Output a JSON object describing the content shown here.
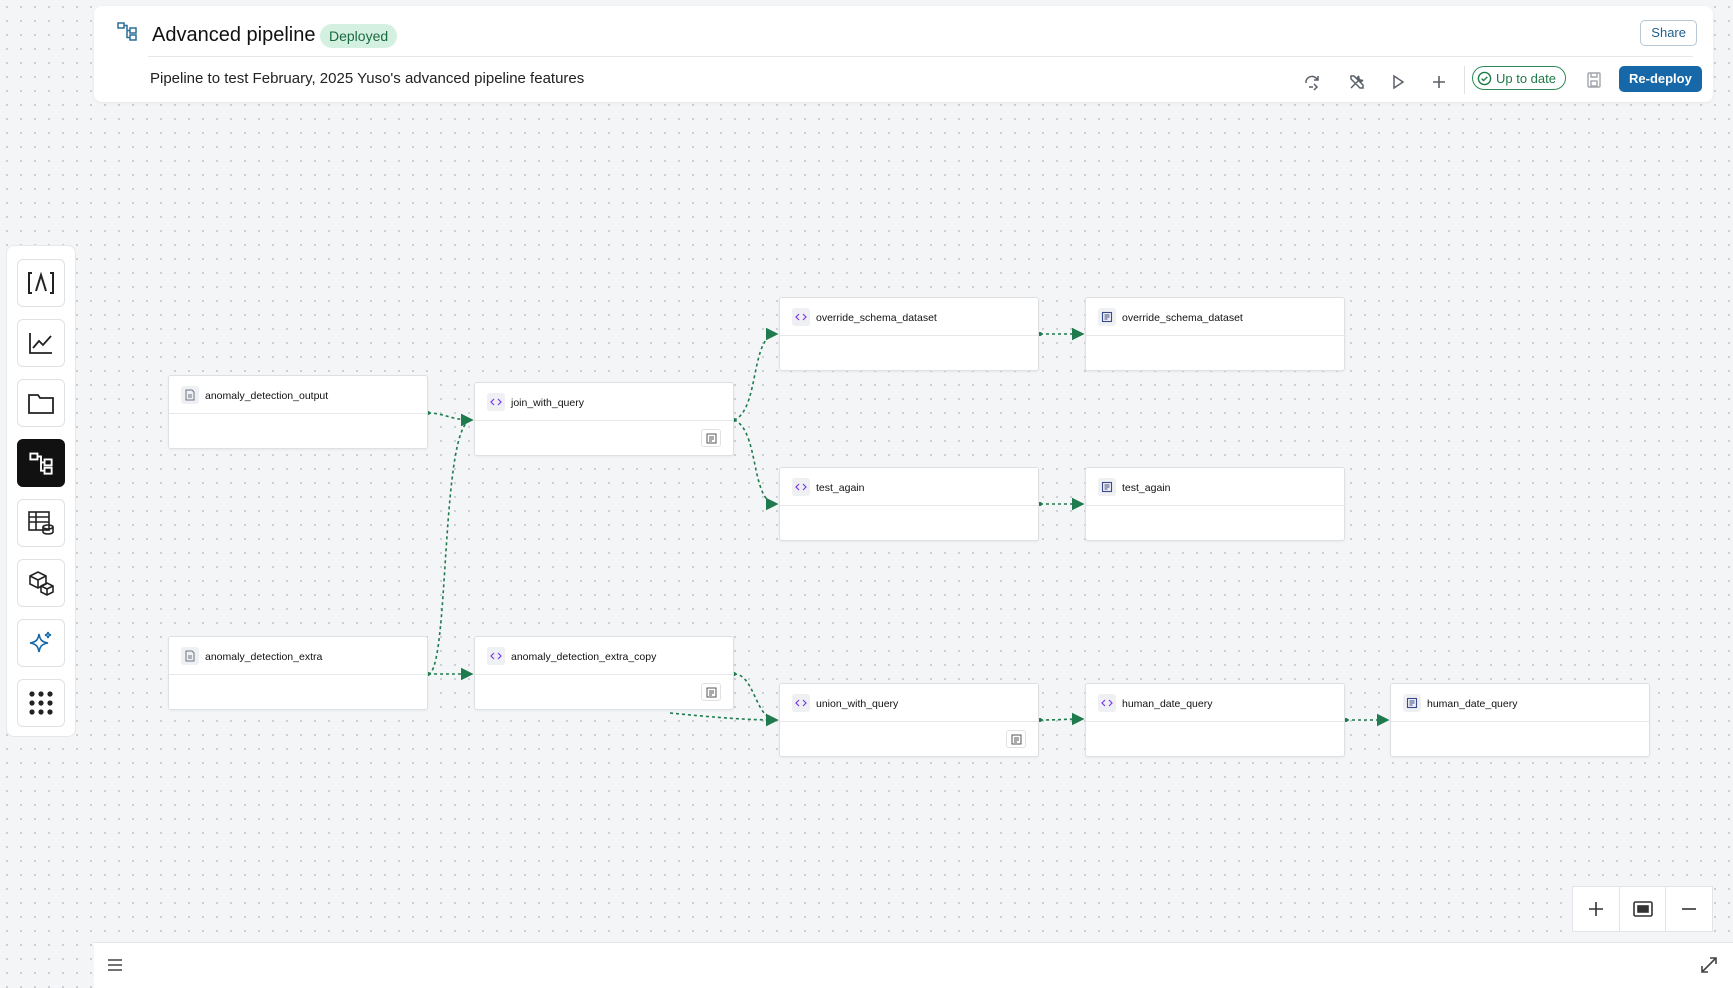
{
  "header": {
    "title": "Advanced pipeline",
    "status_badge": "Deployed",
    "share_label": "Share",
    "description": "Pipeline to test February, 2025 Yuso's advanced pipeline features",
    "sync_status": "Up to date",
    "redeploy_label": "Re-deploy"
  },
  "sidebar": {
    "items": [
      {
        "name": "lambda-icon"
      },
      {
        "name": "chart-icon"
      },
      {
        "name": "folder-icon"
      },
      {
        "name": "pipeline-icon",
        "active": true
      },
      {
        "name": "table-database-icon"
      },
      {
        "name": "cubes-icon"
      },
      {
        "name": "sparkle-icon"
      },
      {
        "name": "apps-grid-icon"
      }
    ]
  },
  "nodes": {
    "n1": {
      "label": "anomaly_detection_output",
      "type": "dataset"
    },
    "n2": {
      "label": "anomaly_detection_extra",
      "type": "dataset"
    },
    "n3": {
      "label": "join_with_query",
      "type": "transform"
    },
    "n4": {
      "label": "anomaly_detection_extra_copy",
      "type": "transform"
    },
    "n5": {
      "label": "override_schema_dataset",
      "type": "transform"
    },
    "n6": {
      "label": "test_again",
      "type": "transform"
    },
    "n7": {
      "label": "union_with_query",
      "type": "transform"
    },
    "n8": {
      "label": "override_schema_dataset",
      "type": "output"
    },
    "n9": {
      "label": "test_again",
      "type": "output"
    },
    "n10": {
      "label": "human_date_query",
      "type": "transform"
    },
    "n11": {
      "label": "human_date_query",
      "type": "output"
    }
  },
  "colors": {
    "edge": "#1f7a4d",
    "accent": "#1668a8",
    "badge_bg": "#d3f0e0"
  }
}
